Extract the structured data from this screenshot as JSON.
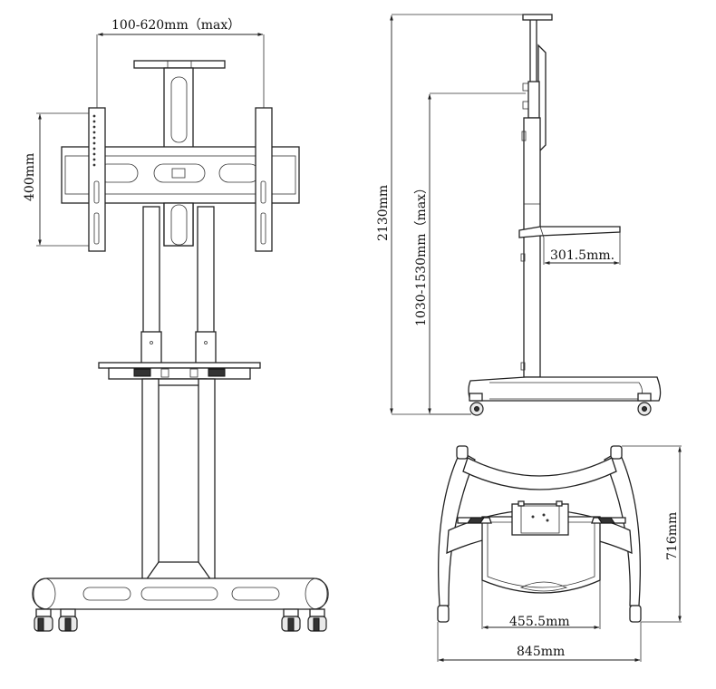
{
  "dimensions": {
    "vesa_width": "100-620mm（max）",
    "vesa_height": "400mm",
    "total_height": "2130mm",
    "adjust_height": "1030-1530mm（max）",
    "shelf_depth": "301.5mm.",
    "base_inner_width": "455.5mm",
    "base_width": "845mm",
    "base_depth": "716mm"
  }
}
